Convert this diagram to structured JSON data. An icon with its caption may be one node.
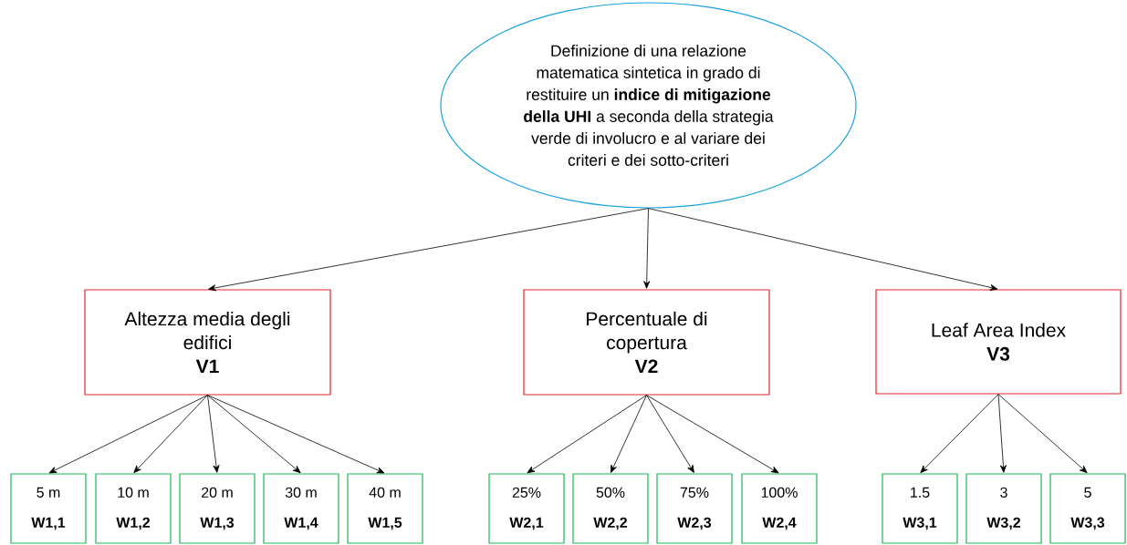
{
  "diagram": {
    "nodes": [
      {
        "text": [
          "Definizione di una relazione matematica sintetica in grado di restituire un **indice di mitigazione della UHI** a seconda della strategia verde di involucro e al variare dei criteri e dei sotto-criteri"
        ]
      },
      {
        "text": [
          "Altezza media degli edifici",
          "V1"
        ]
      },
      {
        "text": [
          "Percentuale di copertura",
          "V2"
        ]
      },
      {
        "text": [
          "Leaf Area Index",
          "V3"
        ]
      },
      {
        "text": [
          "5 m",
          "W1,1"
        ]
      },
      {
        "text": [
          "10 m",
          "W1,2"
        ]
      },
      {
        "text": [
          "20 m",
          "W1,3"
        ]
      },
      {
        "text": [
          "30 m",
          "W1,4"
        ]
      },
      {
        "text": [
          "40 m",
          "W1,5"
        ]
      },
      {
        "text": [
          "25%",
          "W2,1"
        ]
      },
      {
        "text": [
          "50%",
          "W2,2"
        ]
      },
      {
        "text": [
          "75%",
          "W2,3"
        ]
      },
      {
        "text": [
          "100%",
          "W2,4"
        ]
      },
      {
        "text": [
          "1.5",
          "W3,1"
        ]
      },
      {
        "text": [
          "3",
          "W3,2"
        ]
      },
      {
        "text": [
          "5",
          "W3,3"
        ]
      }
    ],
    "edges": [
      {
        "from": 0,
        "to": 1,
        "arrow": "to"
      },
      {
        "from": 0,
        "to": 2,
        "arrow": "to"
      },
      {
        "from": 0,
        "to": 3,
        "arrow": "to"
      },
      {
        "from": 1,
        "to": 4,
        "arrow": "to"
      },
      {
        "from": 1,
        "to": 5,
        "arrow": "to"
      },
      {
        "from": 1,
        "to": 6,
        "arrow": "to"
      },
      {
        "from": 1,
        "to": 7,
        "arrow": "to"
      },
      {
        "from": 1,
        "to": 8,
        "arrow": "to"
      },
      {
        "from": 2,
        "to": 9,
        "arrow": "to"
      },
      {
        "from": 2,
        "to": 10,
        "arrow": "to"
      },
      {
        "from": 2,
        "to": 11,
        "arrow": "to"
      },
      {
        "from": 2,
        "to": 12,
        "arrow": "to"
      },
      {
        "from": 3,
        "to": 13,
        "arrow": "to"
      },
      {
        "from": 3,
        "to": 14,
        "arrow": "to"
      },
      {
        "from": 3,
        "to": 15,
        "arrow": "to"
      }
    ]
  }
}
